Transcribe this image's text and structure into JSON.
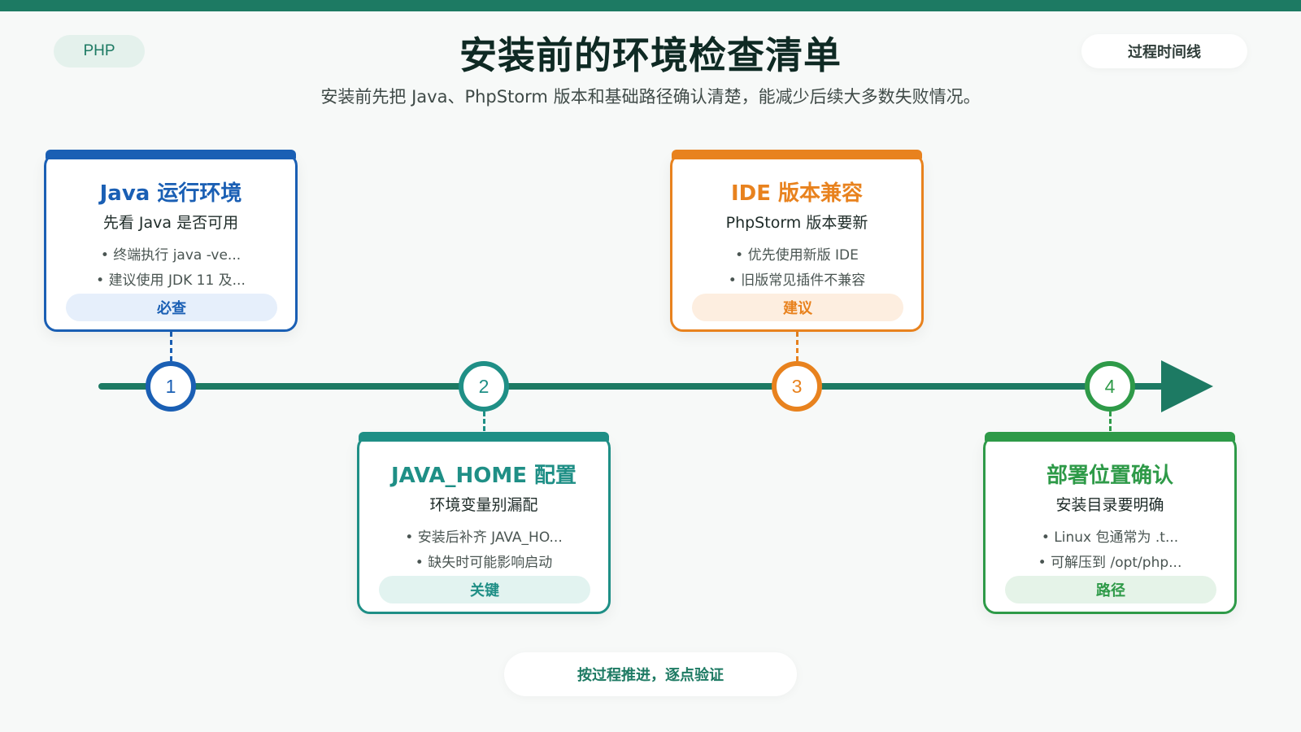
{
  "header": {
    "tag": "PHP",
    "title": "安装前的环境检查清单",
    "subtitle": "安装前先把 Java、PhpStorm 版本和基础路径确认清楚，能减少后续大多数失败情况。",
    "corner_label": "过程时间线"
  },
  "colors": {
    "track": "#1d7a63",
    "blue": "#1a5fb4",
    "teal": "#1f8f86",
    "orange": "#e8821e",
    "green": "#2e9a48"
  },
  "steps": [
    {
      "number": "1",
      "title": "Java 运行环境",
      "subtitle": "先看 Java 是否可用",
      "items": [
        "终端执行 java -ve...",
        "建议使用 JDK 11 及..."
      ],
      "badge": "必查"
    },
    {
      "number": "2",
      "title": "JAVA_HOME 配置",
      "subtitle": "环境变量别漏配",
      "items": [
        "安装后补齐 JAVA_HO...",
        "缺失时可能影响启动"
      ],
      "badge": "关键"
    },
    {
      "number": "3",
      "title": "IDE 版本兼容",
      "subtitle": "PhpStorm 版本要新",
      "items": [
        "优先使用新版 IDE",
        "旧版常见插件不兼容"
      ],
      "badge": "建议"
    },
    {
      "number": "4",
      "title": "部署位置确认",
      "subtitle": "安装目录要明确",
      "items": [
        "Linux 包通常为 .t...",
        "可解压到 /opt/php..."
      ],
      "badge": "路径"
    }
  ],
  "footer": {
    "label": "按过程推进，逐点验证"
  }
}
